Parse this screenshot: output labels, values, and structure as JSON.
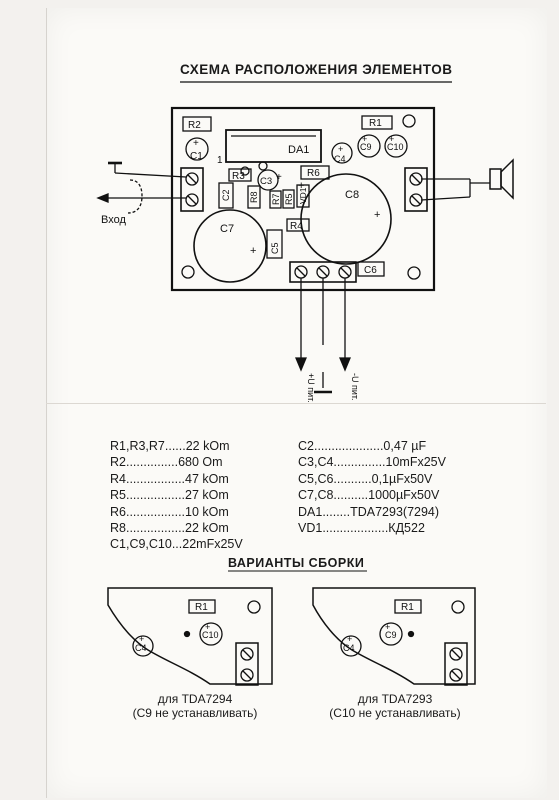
{
  "title": "СХЕМА РАСПОЛОЖЕНИЯ ЭЛЕМЕНТОВ",
  "board": {
    "labels": {
      "r1": "R1",
      "r2": "R2",
      "r3": "R3",
      "r4": "R4",
      "r5": "R5",
      "r6": "R6",
      "r7": "R7",
      "r8": "R8",
      "c1": "C1",
      "c2": "C2",
      "c3": "C3",
      "c4": "C4",
      "c5": "C5",
      "c6": "C6",
      "c7": "C7",
      "c8": "C8",
      "c9": "C9",
      "c10": "C10",
      "da1": "DA1",
      "vd1": "VD1",
      "pin1": "1"
    },
    "input_label": "Вход",
    "power_neg": "-U пит.",
    "power_pos": "+U пит."
  },
  "parts_left": [
    "R1,R3,R7......22 kOm",
    "R2...............680 Om",
    "R4.................47 kOm",
    "R5.................27 kOm",
    "R6.................10 kOm",
    "R8.................22 kOm",
    "C1,C9,C10...22mFx25V"
  ],
  "parts_right": [
    "C2....................0,47 µF",
    "C3,C4...............10mFx25V",
    "C5,C6...........0,1µFx50V",
    "C7,C8..........1000µFx50V",
    "DA1........TDA7293(7294)",
    "VD1...................КД522"
  ],
  "variants_title": "ВАРИАНТЫ СБОРКИ",
  "variant_left": {
    "r1": "R1",
    "c4": "C4",
    "c10": "C10",
    "cap1": "для TDA7294",
    "cap2": "(C9 не устанавливать)"
  },
  "variant_right": {
    "r1": "R1",
    "c4": "C4",
    "c9": "C9",
    "cap1": "для TDA7293",
    "cap2": "(C10 не устанавливать)"
  }
}
